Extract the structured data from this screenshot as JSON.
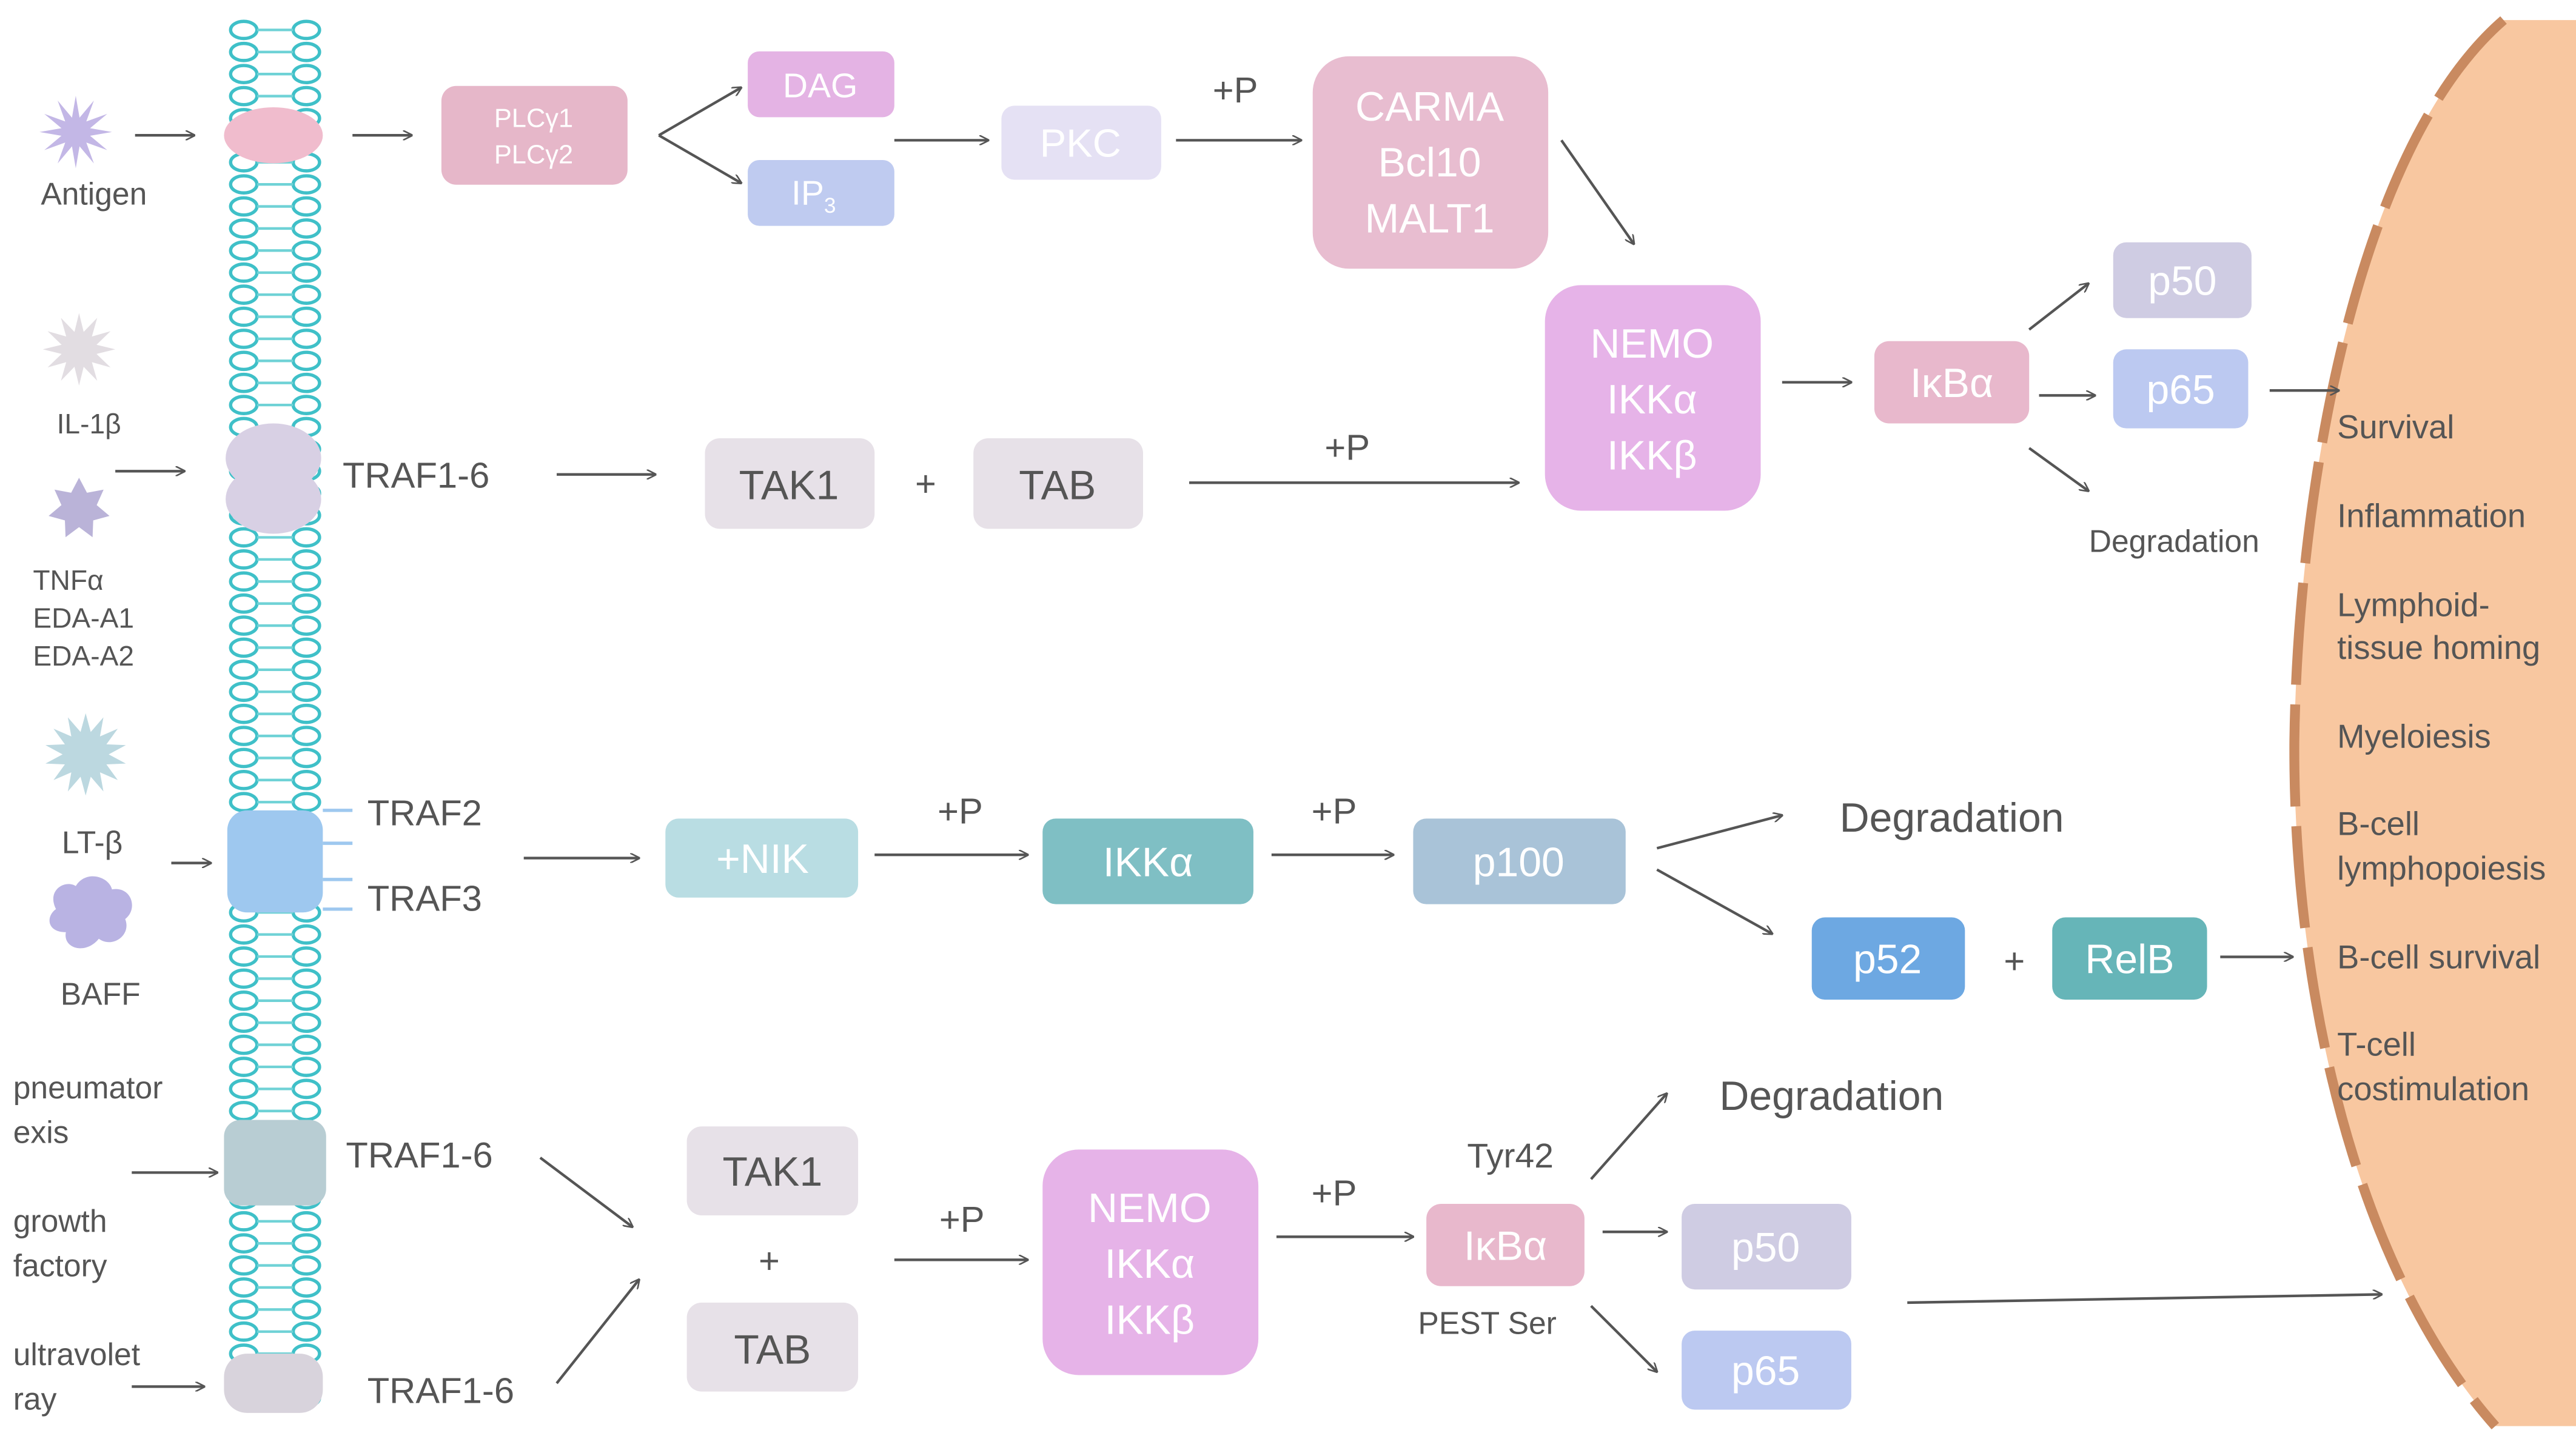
{
  "colors": {
    "membrane_ring": "#3fc0c8",
    "membrane_line": "#6fd2d6",
    "arrow": "#555555",
    "text_dark": "#555555",
    "text_white": "#ffffff",
    "nucleus_fill": "#f8c7a0",
    "nucleus_dash": "#c98a60",
    "plcy": "#e6b7c9",
    "dag": "#e4b3e4",
    "ip3": "#bfcbf0",
    "pkc": "#e5e1f4",
    "carma": "#e8bdd0",
    "nemo": "#e6b3e8",
    "ikba": "#e8b8cc",
    "p50": "#cfcce3",
    "p65": "#bcc9f1",
    "tak": "#e7e1e8",
    "nik": "#b9dde3",
    "ikka": "#7fbfc4",
    "p100": "#a9c3d8",
    "p52": "#6da8e2",
    "relb": "#66b5b8",
    "receptor_antigen": "#f0bccd",
    "receptor_il": "#d8d0e4",
    "receptor_lt": "#9ec8ef",
    "receptor_growth": "#b8cdd3",
    "receptor_uv": "#d8d3dc",
    "ligand_antigen": "#c3b7e6",
    "ligand_il": "#e2dde2",
    "ligand_tnf": "#bab3d8",
    "ligand_lt": "#bcd8e0",
    "ligand_baff": "#b9b3e3"
  },
  "ligands": {
    "antigen": "Antigen",
    "il1b": "IL-1β",
    "tnf_lines": [
      "TNFα",
      "EDA-A1",
      "EDA-A2"
    ],
    "ltb": "LT-β",
    "baff": "BAFF",
    "pneumo_lines": [
      "pneumator",
      "exis"
    ],
    "growth_lines": [
      "growth",
      "factory"
    ],
    "uv_lines": [
      "ultravolet",
      "ray"
    ]
  },
  "row1": {
    "plcy_lines": [
      "PLCγ1",
      "PLCγ2"
    ],
    "dag": "DAG",
    "ip3": "IP",
    "ip3_sub": "3",
    "pkc": "PKC",
    "phos": "+P",
    "carma_lines": [
      "CARMA",
      "Bcl10",
      "MALT1"
    ]
  },
  "row2": {
    "traf": "TRAF1-6",
    "tak1": "TAK1",
    "plus": "+",
    "tab": "TAB",
    "phos": "+P",
    "nemo_lines": [
      "NEMO",
      "IKKα",
      "IKKβ"
    ],
    "ikba": "IκBα",
    "p50": "p50",
    "p65": "p65",
    "degradation": "Degradation"
  },
  "row3": {
    "traf2": "TRAF2",
    "traf3": "TRAF3",
    "nik": "+NIK",
    "phos1": "+P",
    "ikka": "IKKα",
    "phos2": "+P",
    "p100": "p100",
    "degradation": "Degradation",
    "p52": "p52",
    "plus": "+",
    "relb": "RelB"
  },
  "row4": {
    "traf_top": "TRAF1-6",
    "traf_bottom": "TRAF1-6",
    "tak1": "TAK1",
    "plus": "+",
    "tab": "TAB",
    "phos1": "+P",
    "nemo_lines": [
      "NEMO",
      "IKKα",
      "IKKβ"
    ],
    "phos2": "+P",
    "tyr": "Tyr42",
    "degradation": "Degradation",
    "ikba": "IκBα",
    "pest": "PEST Ser",
    "p50": "p50",
    "p65": "p65"
  },
  "outcomes": [
    [
      "Survival"
    ],
    [
      "Inflammation"
    ],
    [
      "Lymphoid-",
      "tissue homing"
    ],
    [
      "Myeloiesis"
    ],
    [
      "B-cell",
      "lymphopoiesis"
    ],
    [
      "B-cell survival"
    ],
    [
      "T-cell",
      "costimulation"
    ]
  ]
}
